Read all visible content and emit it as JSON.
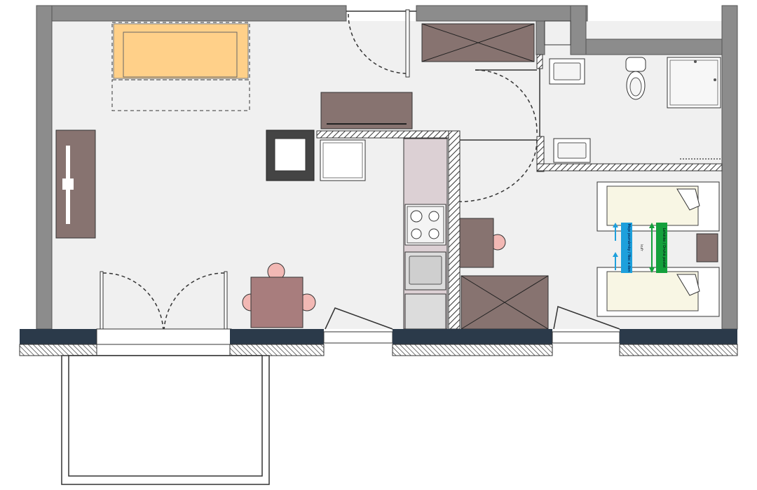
{
  "title": "",
  "colors": {
    "wall": "#8c8c8c",
    "floor": "#f0f0f0",
    "facade": "#2b3a4a",
    "furniture_brown": "#877370",
    "sofa": "#ffd089",
    "dining_table": "#a87d7d",
    "chair": "#f2b8b4",
    "kitchen_counter": "#dcd0d4",
    "bed": "#f8f6e4",
    "arrow_blue": "#1ea0dc",
    "arrow_green": "#14a03c"
  },
  "bedroom_labels": {
    "blue_label": "Moje poznámky / Noc a den",
    "middle_label": "kufr",
    "green_label": "Lehátko / Druhá postel"
  }
}
